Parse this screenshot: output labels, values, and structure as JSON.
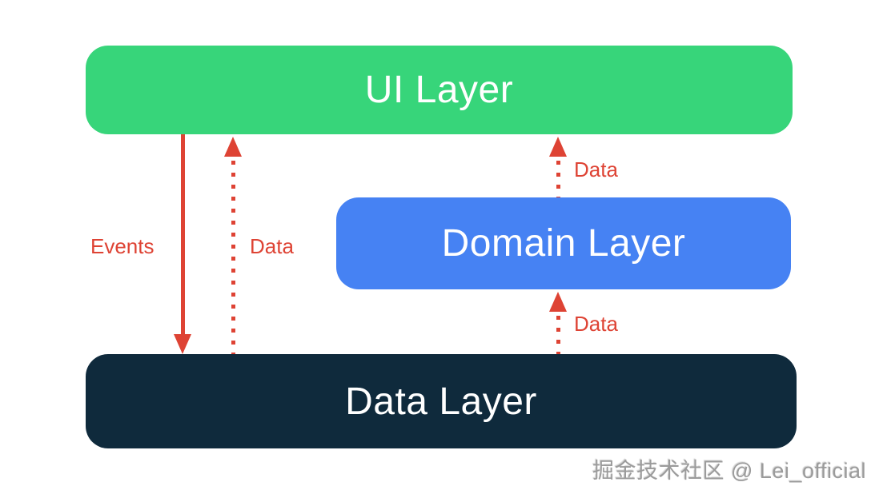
{
  "diagram": {
    "type": "architecture-layers",
    "boxes": {
      "ui_layer": {
        "label": "UI Layer"
      },
      "domain_layer": {
        "label": "Domain Layer"
      },
      "data_layer": {
        "label": "Data Layer"
      }
    },
    "arrows": {
      "events": {
        "label": "Events",
        "style": "solid",
        "direction": "down",
        "from": "UI Layer",
        "to": "Data Layer"
      },
      "data_to_ui": {
        "label": "Data",
        "style": "dotted",
        "direction": "up",
        "from": "Data Layer",
        "to": "UI Layer"
      },
      "data_domain_to_ui": {
        "label": "Data",
        "style": "dotted",
        "direction": "up",
        "from": "Domain Layer",
        "to": "UI Layer"
      },
      "data_data_to_domain": {
        "label": "Data",
        "style": "dotted",
        "direction": "up",
        "from": "Data Layer",
        "to": "Domain Layer"
      }
    }
  },
  "watermark": {
    "text": "掘金技术社区 @ Lei_official"
  },
  "colors": {
    "ui_green": "#37d57a",
    "domain_blue": "#4682f3",
    "data_navy": "#0f2a3c",
    "arrow_red": "#de4334",
    "box_text": "#ffffff",
    "watermark_gray": "#9b9b9b",
    "bg": "#ffffff"
  }
}
